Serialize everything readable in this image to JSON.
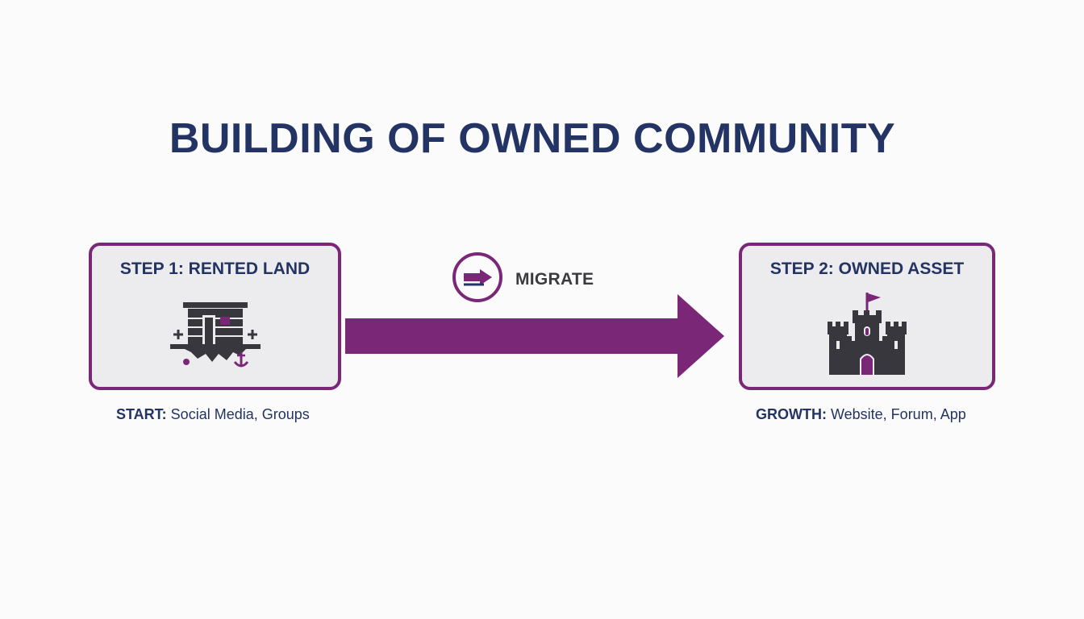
{
  "title": "BUILDING OF OWNED COMMUNITY",
  "colors": {
    "navy": "#233464",
    "purple": "#7a2777",
    "box_fill": "#ececee",
    "icon_dark": "#37373d"
  },
  "steps": [
    {
      "title": "STEP 1: RENTED LAND",
      "icon": "floating-shack-with-anchor-icon",
      "caption_label": "START:",
      "caption_text": " Social Media, Groups"
    },
    {
      "title": "STEP 2: OWNED ASSET",
      "icon": "castle-with-flag-icon",
      "caption_label": "GROWTH:",
      "caption_text": " Website, Forum, App"
    }
  ],
  "connector": {
    "icon": "right-arrow-icon",
    "label": "MIGRATE"
  }
}
